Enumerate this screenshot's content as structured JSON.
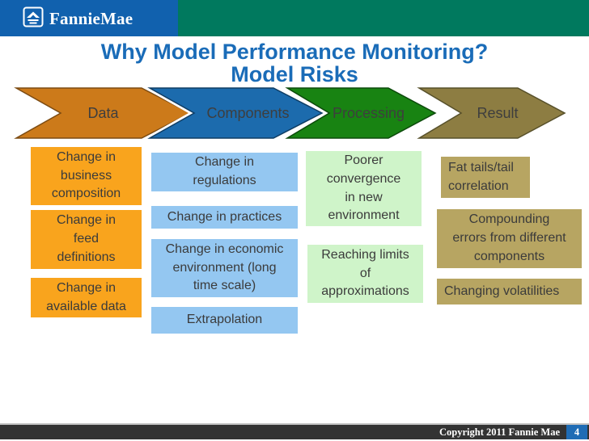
{
  "header": {
    "brand": "FannieMae"
  },
  "title": {
    "line1": "Why Model Performance Monitoring?",
    "line2": "Model Risks"
  },
  "flow_arrows": [
    {
      "label": "Data",
      "fill": "#CC7A1A",
      "border": "#7C4B12"
    },
    {
      "label": "Components",
      "fill": "#1C6BAD",
      "border": "#0F3D64"
    },
    {
      "label": "Processing",
      "fill": "#188312",
      "border": "#0C4A0B"
    },
    {
      "label": "Result",
      "fill": "#8D7D42",
      "border": "#57502A"
    }
  ],
  "risk_columns": [
    {
      "name": "Data",
      "box_color": "#F9A41D",
      "boxes": [
        "Change in\nbusiness\ncomposition",
        "Change in\nfeed\ndefinitions",
        "Change in\navailable data"
      ]
    },
    {
      "name": "Components",
      "box_color": "#94C7F1",
      "boxes": [
        "Change in\nregulations",
        "Change in practices",
        "Change in economic\nenvironment (long\ntime scale)",
        "Extrapolation"
      ]
    },
    {
      "name": "Processing",
      "box_color": "#CFF4C9",
      "boxes": [
        "Poorer\nconvergence\nin new\nenvironment",
        "Reaching limits\nof\napproximations"
      ]
    },
    {
      "name": "Result",
      "box_color": "#B7A562",
      "boxes": [
        "Fat tails/tail\ncorrelation",
        "Compounding\nerrors from different\ncomponents",
        "Changing volatilities"
      ]
    }
  ],
  "footer": {
    "copyright": "Copyright 2011 Fannie Mae",
    "page_number": "4"
  },
  "colors": {
    "header_blue": "#1161AE",
    "header_teal": "#00795E",
    "title_blue": "#1A6CB8",
    "footer_bar": "#333333",
    "page_box_blue": "#1F6CB5"
  }
}
